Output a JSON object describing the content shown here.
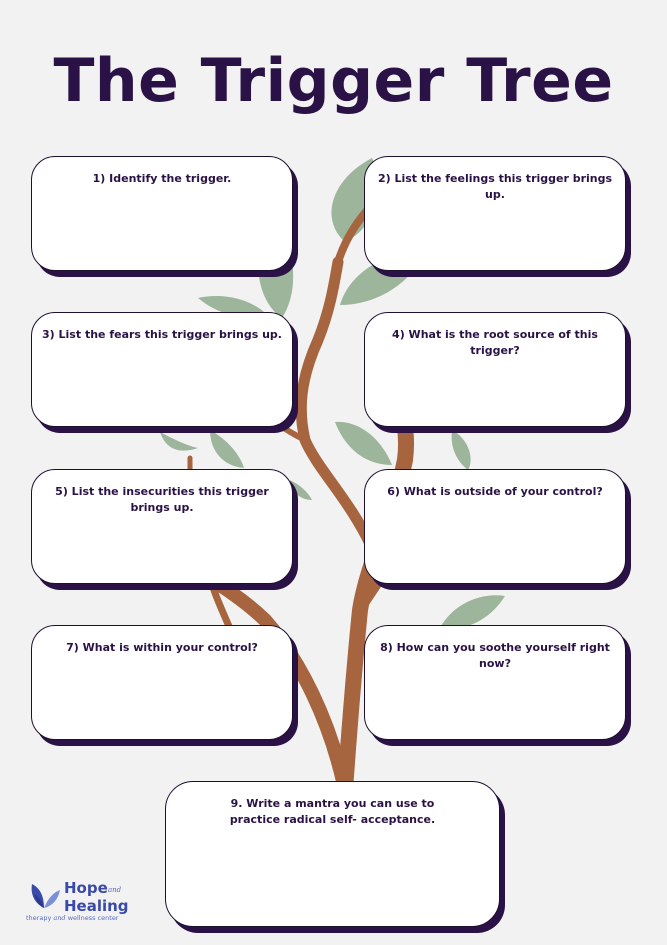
{
  "title": "The Trigger Tree",
  "prompts": [
    "1) Identify the trigger.",
    "2) List the feelings this trigger brings up.",
    "3) List the fears this trigger brings up.",
    "4) What is the root source of this trigger?",
    "5) List the insecurities this trigger brings up.",
    "6) What is outside of your control?",
    "7) What is within your control?",
    "8) How can you soothe yourself right now?",
    "9. Write a mantra you can use to practice radical self- acceptance."
  ],
  "logo": {
    "line1": "Hope",
    "and": "and",
    "line2": "Healing",
    "tagline_1": "therapy",
    "tagline_and": "and",
    "tagline_2": "wellness center",
    "icon": "butterfly-icon"
  },
  "colors": {
    "title": "#2b1246",
    "shadow": "#2b1246",
    "leaf": "#9cb59b",
    "trunk": "#a6653f",
    "logo": "#3a4aa8"
  }
}
